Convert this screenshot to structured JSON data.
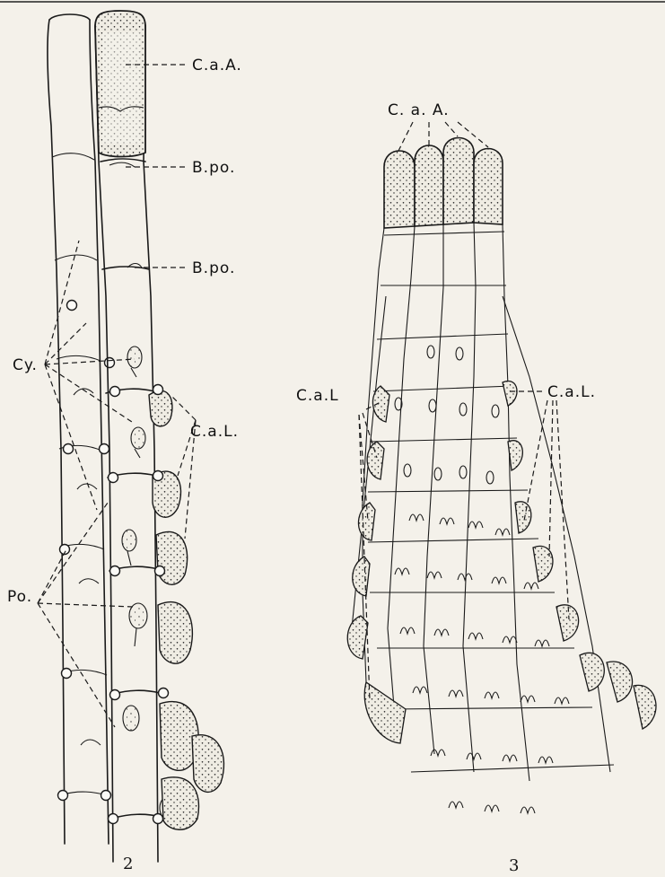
{
  "figure2": {
    "number": "2",
    "labels": {
      "apical_cell": "C.a.A.",
      "pore_bud_1": "B.po.",
      "pore_bud_2": "B.po.",
      "cyst": "Cy.",
      "lateral_apical_cell": "C.a.L.",
      "pore": "Po."
    }
  },
  "figure3": {
    "number": "3",
    "labels": {
      "apical_cells": "C. a. A.",
      "lateral_left": "C.a.L",
      "lateral_right": "C.a.L."
    }
  }
}
